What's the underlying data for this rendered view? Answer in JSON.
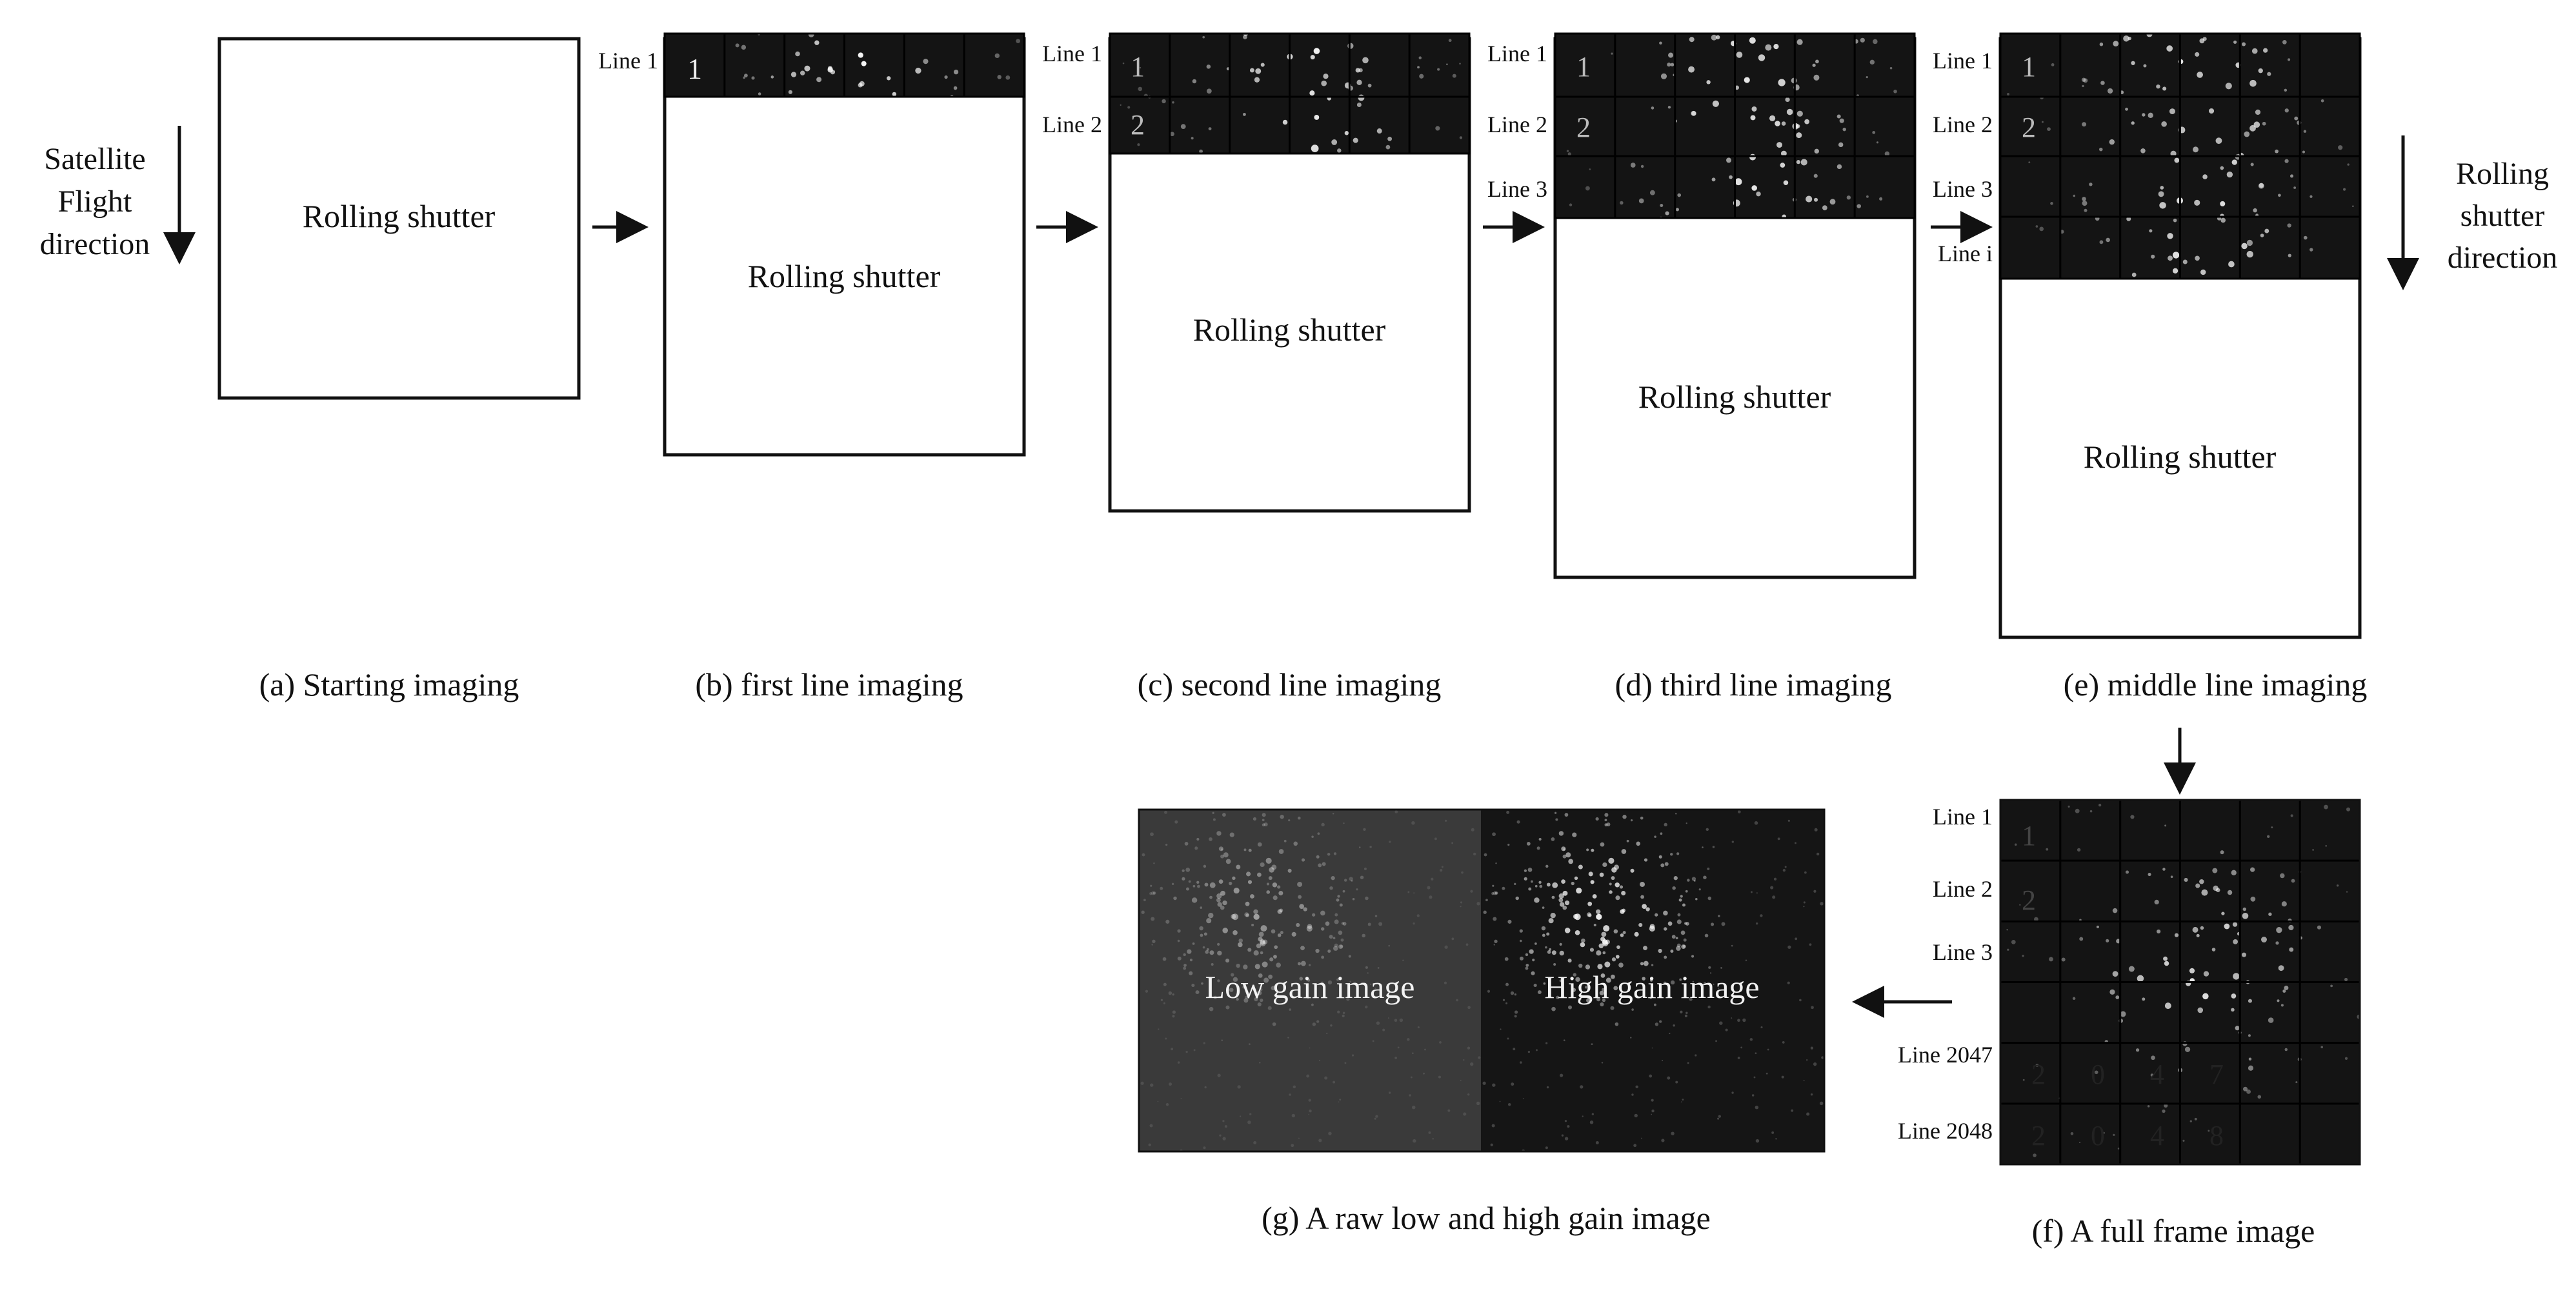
{
  "flight_label": [
    "Satellite",
    "Flight",
    "direction"
  ],
  "shutter_direction_label": [
    "Rolling",
    "shutter",
    "direction"
  ],
  "shutter_text": "Rolling shutter",
  "line_labels": {
    "l1": "Line 1",
    "l2": "Line 2",
    "l3": "Line 3",
    "li": "Line i",
    "l2047": "Line 2047",
    "l2048": "Line 2048"
  },
  "row_numbers": [
    "1",
    "2"
  ],
  "digits_2047": [
    "2",
    "0",
    "4",
    "7"
  ],
  "digits_2048": [
    "2",
    "0",
    "4",
    "8"
  ],
  "captions": {
    "a": "(a) Starting imaging",
    "b": "(b) first line imaging",
    "c": "(c) second line imaging",
    "d": "(d) third line imaging",
    "e": "(e) middle line imaging",
    "f": "(f) A full frame image",
    "g": "(g) A raw low and high gain image"
  },
  "gain_labels": {
    "low": "Low gain image",
    "high": "High gain image"
  },
  "colors": {
    "frame": "#111111",
    "night": "#141414",
    "low_gain_bg": "#3a3a3a",
    "high_gain_bg": "#151515",
    "grid": "#000000",
    "light": "#e8e8e8"
  }
}
